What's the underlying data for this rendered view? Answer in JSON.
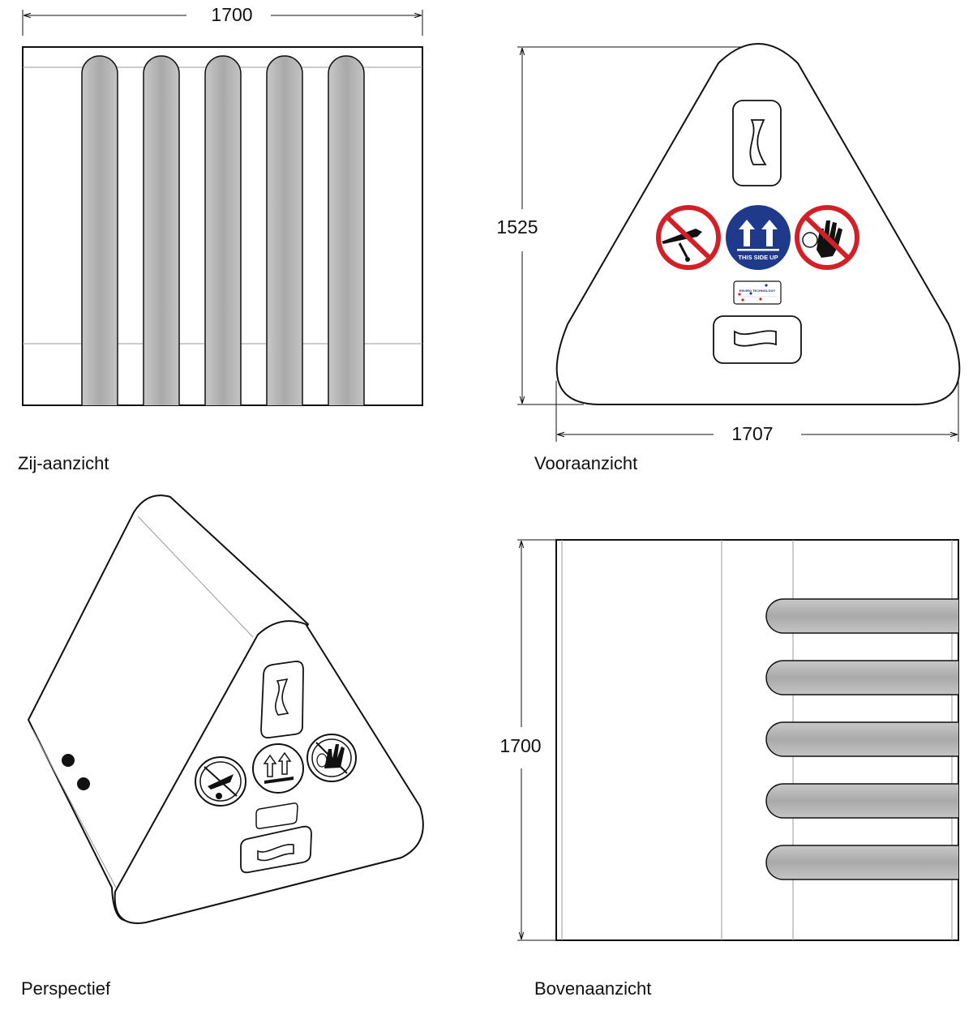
{
  "dimensions": {
    "side_width": "1700",
    "front_height": "1525",
    "front_width": "1707",
    "top_height": "1700"
  },
  "captions": {
    "side": "Zij-aanzicht",
    "front": "Vooraanzicht",
    "perspective": "Perspectief",
    "top": "Bovenaanzicht"
  },
  "labels": {
    "this_side_up": "THIS SIDE UP",
    "plate_text": "ENVIRO TECHNOLOGY"
  },
  "signs": [
    {
      "name": "no-knives",
      "icon": "no-knife-icon"
    },
    {
      "name": "this-side-up",
      "icon": "up-arrows-icon"
    },
    {
      "name": "do-not-touch",
      "icon": "no-hand-icon"
    }
  ],
  "colors": {
    "line": "#111111",
    "fork_slot_fill": "#b4b4b4",
    "prohibition_red": "#d32026",
    "mandatory_blue": "#1f3a8a",
    "thin_line": "#9a9a9a"
  }
}
